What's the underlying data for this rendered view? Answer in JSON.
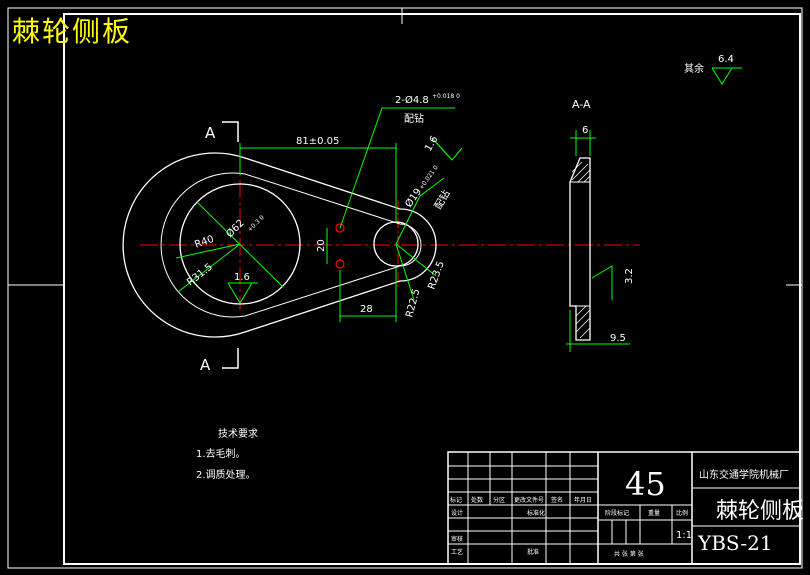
{
  "title": "棘轮侧板",
  "section_label": "A-A",
  "section_mark": "A",
  "roughness_note": "其余",
  "roughness_default": "6.4",
  "dims": {
    "center_distance": "81±0.05",
    "holes": "2-Ø4.8",
    "holes_tol": "+0.018 0",
    "drill_note": "配钻",
    "bore": "Ø62",
    "bore_tol": "+0.3 0",
    "r_outer": "R40",
    "r_inner": "R31.5",
    "small_hole": "Ø19",
    "small_hole_tol": "+0.021 0",
    "small_hole_note": "配钻",
    "r_small_outer": "R23.5",
    "r_small_inner": "R22.5",
    "pin_spacing": "20",
    "offset": "28",
    "rough_bore": "1.6",
    "rough_hole": "1.6",
    "thickness": "6",
    "rough_side": "3.2",
    "width_section": "9.5"
  },
  "tech": {
    "heading": "技术要求",
    "items": [
      "1.去毛刺。",
      "2.调质处理。"
    ]
  },
  "title_block": {
    "material": "45",
    "company": "山东交通学院机械厂",
    "part_name": "棘轮侧板",
    "drawing_no": "YBS-21",
    "scale": "1:1",
    "row_labels": [
      "标记",
      "处数",
      "分区",
      "更改文件号",
      "签名",
      "年月日"
    ],
    "design": "设计",
    "standard": "标准化",
    "check": "审核",
    "process": "工艺",
    "approve": "批准",
    "stage": "阶段标记",
    "weight": "重量",
    "scale_label": "比例",
    "sheets": "共  张  第  张"
  },
  "colors": {
    "outline": "#ffffff",
    "dimension": "#00ff00",
    "center": "#ff0000",
    "title": "#ffff00",
    "hole": "#ff0000"
  }
}
